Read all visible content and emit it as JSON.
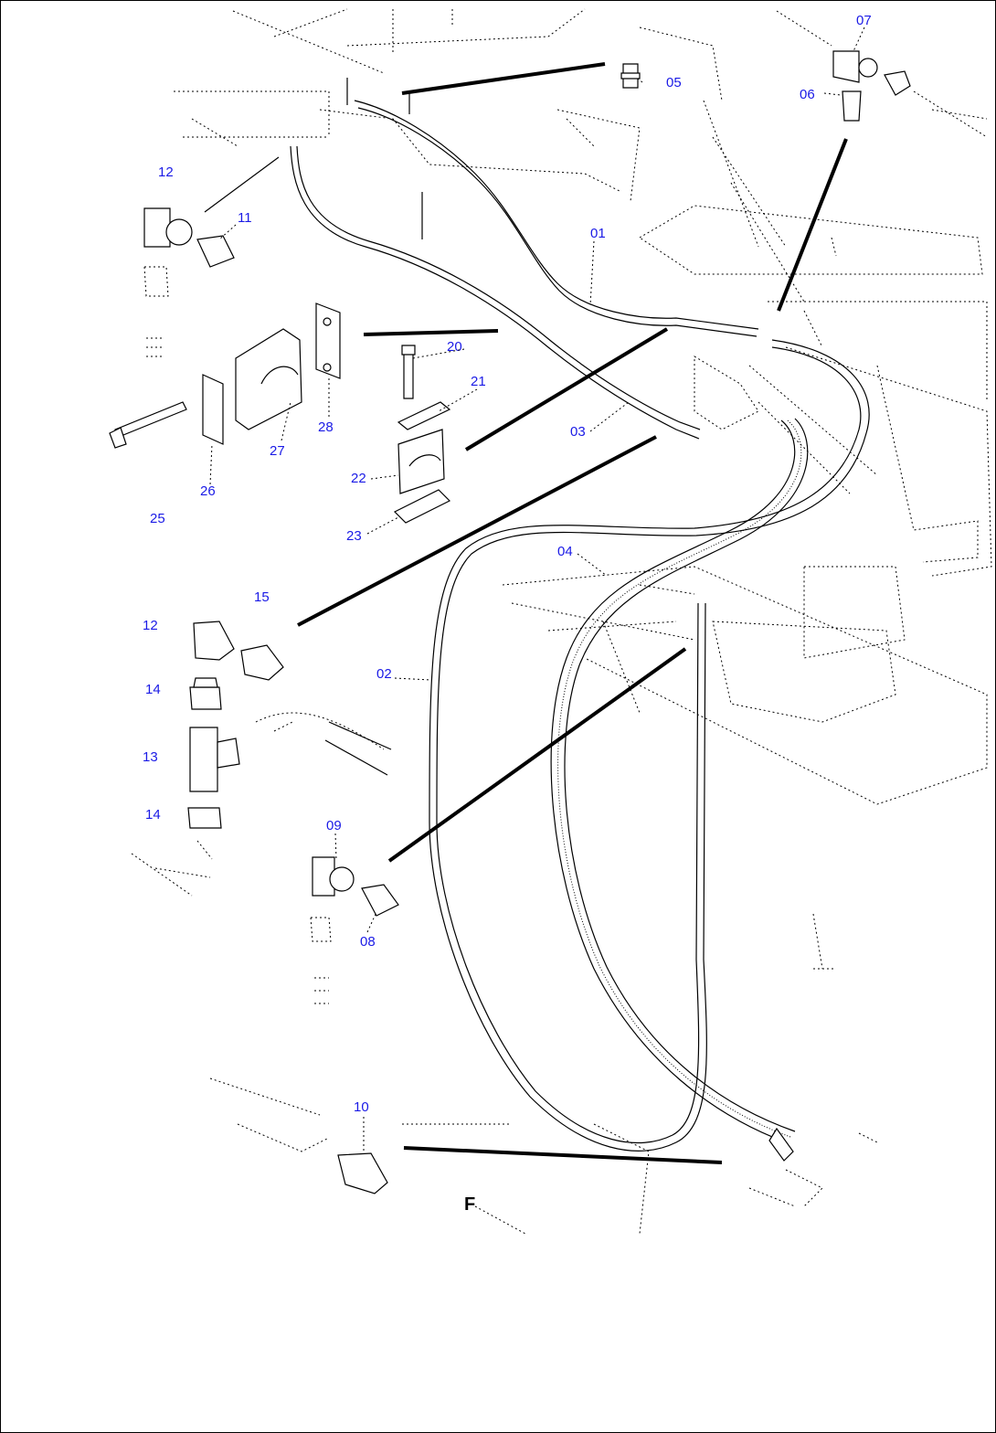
{
  "colors": {
    "label": "#1a1ae6",
    "line": "#000000",
    "background": "#ffffff"
  },
  "labels": {
    "p01": "01",
    "p02": "02",
    "p03": "03",
    "p04": "04",
    "p05": "05",
    "p06": "06",
    "p07": "07",
    "p08": "08",
    "p09": "09",
    "p10": "10",
    "p11": "11",
    "p12a": "12",
    "p12b": "12",
    "p13": "13",
    "p14a": "14",
    "p14b": "14",
    "p15": "15",
    "p20": "20",
    "p21": "21",
    "p22": "22",
    "p23": "23",
    "p25": "25",
    "p26": "26",
    "p27": "27",
    "p28": "28"
  },
  "marker": "F"
}
